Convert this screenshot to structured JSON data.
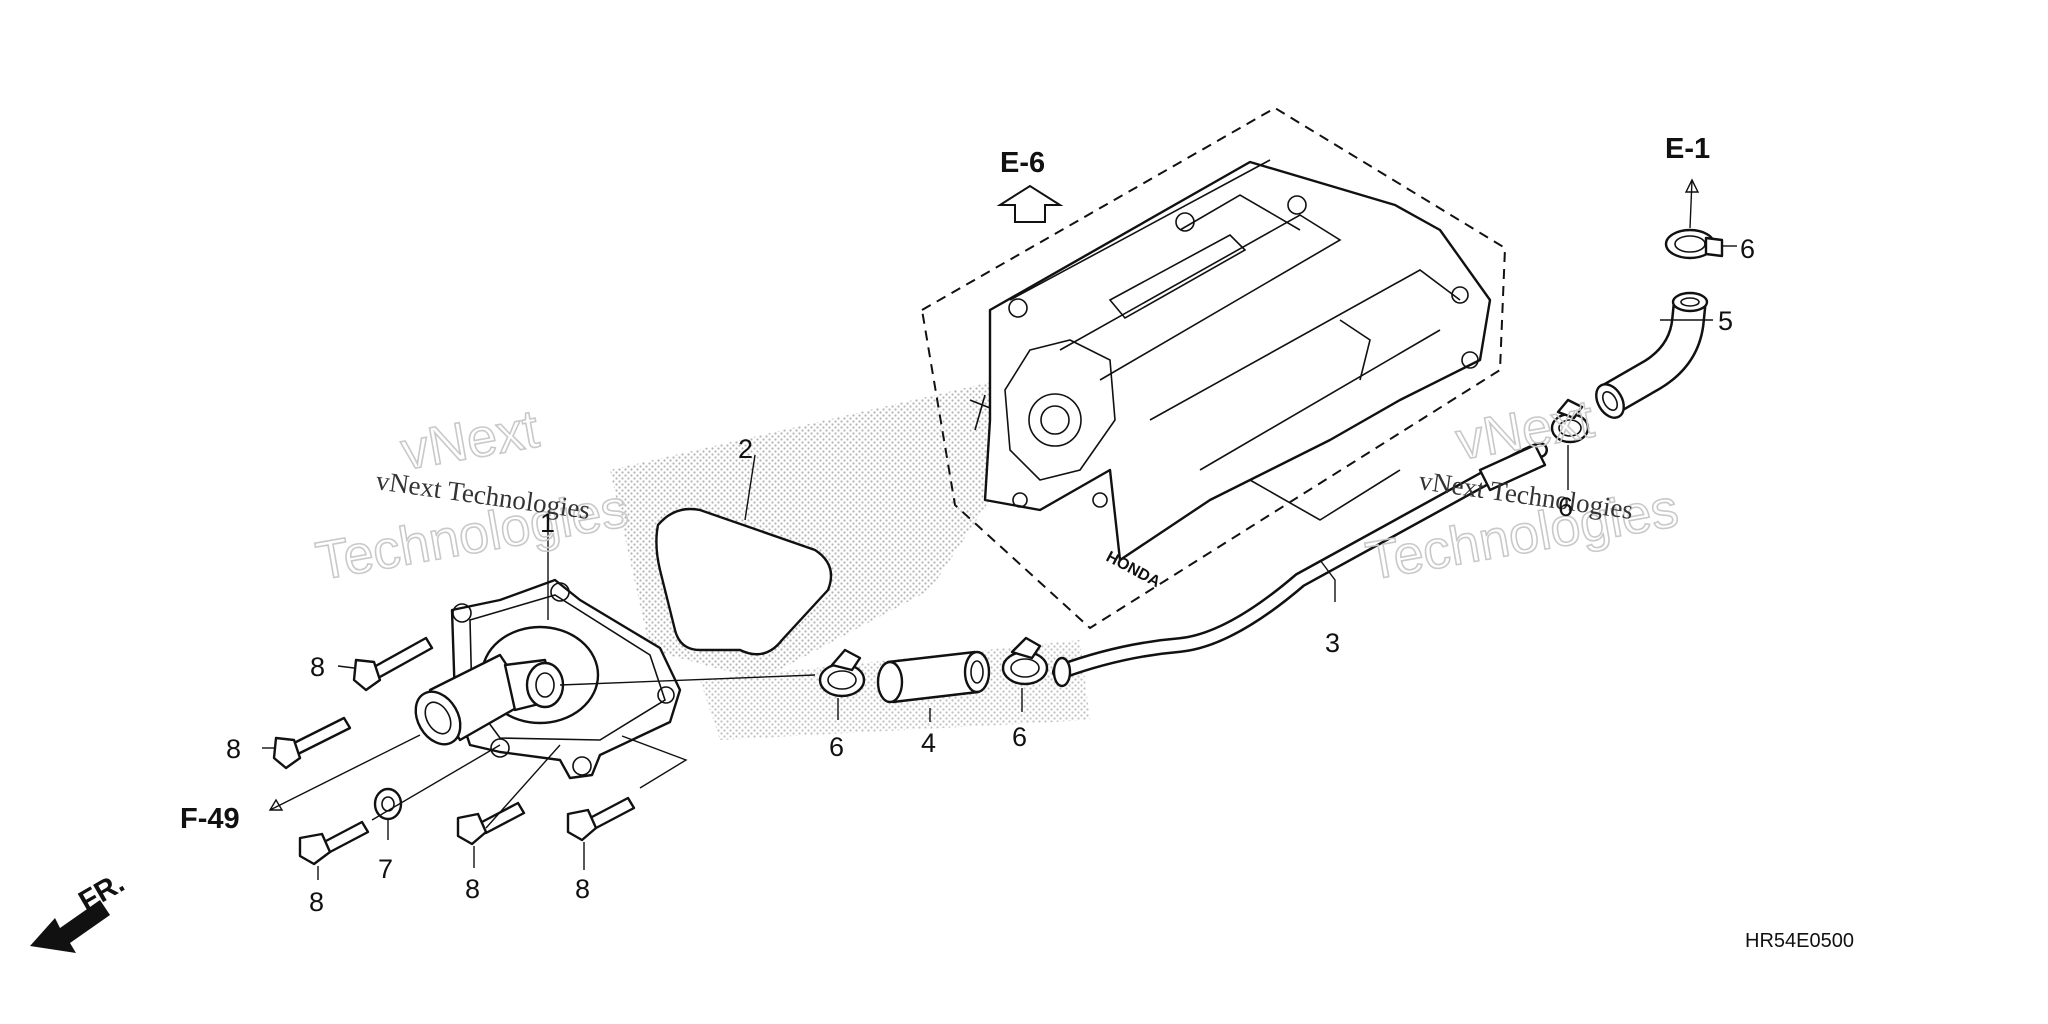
{
  "diagram": {
    "callouts": {
      "p1": "1",
      "p2": "2",
      "p3": "3",
      "p4": "4",
      "p5": "5",
      "p6a": "6",
      "p6b": "6",
      "p6c": "6",
      "p6d": "6",
      "p7": "7",
      "p8a": "8",
      "p8b": "8",
      "p8c": "8",
      "p8d": "8",
      "p8e": "8"
    },
    "refs": {
      "top_center": "E-6",
      "top_right": "E-1",
      "left": "F-49"
    },
    "front_marker": "FR.",
    "drawing_code": "HR54E0500",
    "watermark": {
      "small_text": "vNext Technologies",
      "big_line1": "vNext",
      "big_line2": "Technologies"
    }
  },
  "colors": {
    "line": "#111111",
    "watermark": "#c9c9c9",
    "background": "#ffffff"
  }
}
